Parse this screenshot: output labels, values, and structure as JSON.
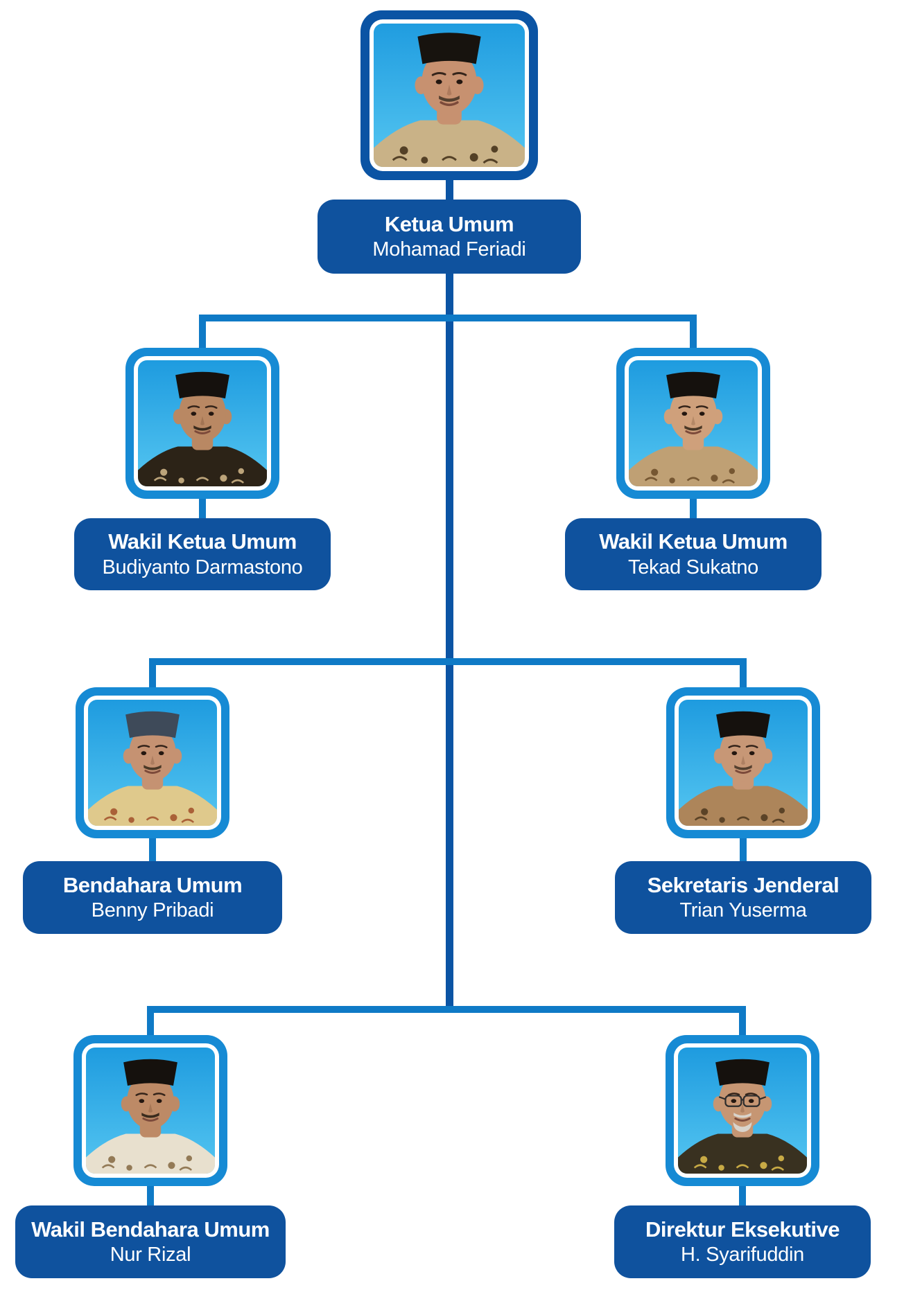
{
  "org_chart": {
    "colors": {
      "box": "#0F529E",
      "trunk": "#0B54A4",
      "branch": "#0F7AC6",
      "frame": "#168AD4",
      "frame_root": "#0B54A4",
      "photo_bg_top": "#1E9BDF",
      "photo_bg_bottom": "#55C6F1",
      "text": "#FFFFFF"
    },
    "structure": {
      "root": "ketua-umum",
      "branches": [
        [
          "wakil-ketua-umum-budiyanto",
          "wakil-ketua-umum-tekad"
        ],
        [
          "bendahara-umum",
          "sekretaris-jenderal"
        ],
        [
          "wakil-bendahara-umum",
          "direktur-eksekutive"
        ]
      ]
    },
    "nodes": [
      {
        "id": "ketua-umum",
        "title": "Ketua Umum",
        "name": "Mohamad Feriadi",
        "photo": {
          "cap_color": "#17130e",
          "skin_color": "#c79170",
          "shirt_color": "#c9b287",
          "shirt_pattern_color": "#46331c",
          "glasses": false,
          "facial_hair_color": "#55402f",
          "beard": false
        }
      },
      {
        "id": "wakil-ketua-umum-budiyanto",
        "title": "Wakil Ketua Umum",
        "name": "Budiyanto Darmastono",
        "photo": {
          "cap_color": "#15110d",
          "skin_color": "#b98863",
          "shirt_color": "#2c2317",
          "shirt_pattern_color": "#cdb386",
          "glasses": false,
          "facial_hair_color": "#3a2b1d",
          "beard": false
        }
      },
      {
        "id": "wakil-ketua-umum-tekad",
        "title": "Wakil Ketua Umum",
        "name": "Tekad Sukatno",
        "photo": {
          "cap_color": "#15110d",
          "skin_color": "#cfa07b",
          "shirt_color": "#bfa074",
          "shirt_pattern_color": "#6e4f2c",
          "glasses": false,
          "facial_hair_color": "#4a3826",
          "beard": false
        }
      },
      {
        "id": "bendahara-umum",
        "title": "Bendahara Umum",
        "name": "Benny Pribadi",
        "photo": {
          "cap_color": "#3e4a59",
          "skin_color": "#c59272",
          "shirt_color": "#dfc98c",
          "shirt_pattern_color": "#a5562f",
          "glasses": false,
          "facial_hair_color": "#4a3826",
          "beard": false
        }
      },
      {
        "id": "sekretaris-jenderal",
        "title": "Sekretaris Jenderal",
        "name": "Trian Yuserma",
        "photo": {
          "cap_color": "#15110d",
          "skin_color": "#c79776",
          "shirt_color": "#ad855a",
          "shirt_pattern_color": "#533c22",
          "glasses": false,
          "facial_hair_color": "#55402f",
          "beard": false
        }
      },
      {
        "id": "wakil-bendahara-umum",
        "title": "Wakil Bendahara Umum",
        "name": "Nur Rizal",
        "photo": {
          "cap_color": "#15110d",
          "skin_color": "#bd8a66",
          "shirt_color": "#e8e0ce",
          "shirt_pattern_color": "#8a6f4a",
          "glasses": false,
          "facial_hair_color": "#3a2b1d",
          "beard": false
        }
      },
      {
        "id": "direktur-eksekutive",
        "title": "Direktur Eksekutive",
        "name": "H. Syarifuddin",
        "photo": {
          "cap_color": "#15110d",
          "skin_color": "#c69673",
          "shirt_color": "#393120",
          "shirt_pattern_color": "#d8b84a",
          "glasses": true,
          "facial_hair_color": "#d9d4cc",
          "beard": true
        }
      }
    ]
  }
}
